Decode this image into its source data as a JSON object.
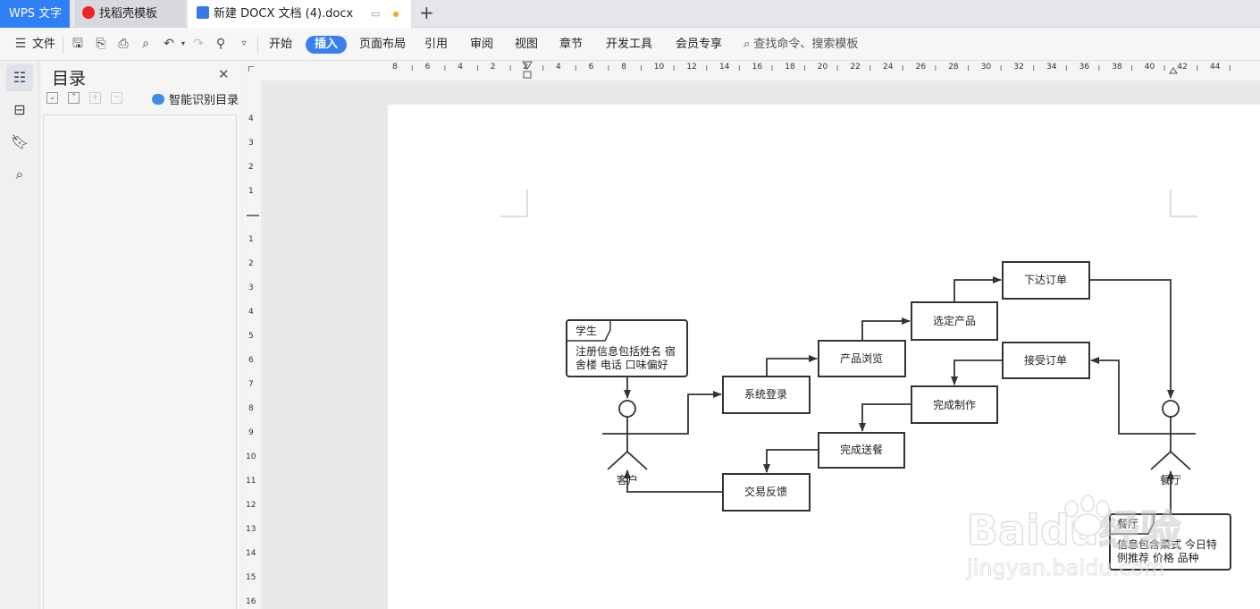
{
  "tabs": {
    "app": "WPS 文字",
    "template": "找稻壳模板",
    "document": "新建 DOCX 文档 (4).docx",
    "add": "+"
  },
  "toolbar": {
    "file": "文件",
    "menus": [
      "开始",
      "插入",
      "页面布局",
      "引用",
      "审阅",
      "视图",
      "章节",
      "开发工具",
      "会员专享"
    ],
    "active_menu": "插入",
    "search_placeholder": "查找命令、搜索模板"
  },
  "toc": {
    "title": "目录",
    "smart_label": "智能识别目录"
  },
  "ruler": {
    "horizontal": [
      "8",
      "6",
      "4",
      "2",
      "2",
      "4",
      "6",
      "8",
      "10",
      "12",
      "14",
      "16",
      "18",
      "20",
      "22",
      "24",
      "26",
      "28",
      "30",
      "32",
      "34",
      "36",
      "38",
      "40",
      "42",
      "44"
    ],
    "vertical_top": [
      "4",
      "3",
      "2",
      "1"
    ],
    "vertical_bottom": [
      "1",
      "2",
      "3",
      "4",
      "5",
      "6",
      "7",
      "8",
      "9",
      "10",
      "11",
      "12",
      "13",
      "14",
      "15",
      "16"
    ]
  },
  "diagram": {
    "actor_customer": "客户",
    "actor_restaurant": "餐厅",
    "note_student_title": "学生",
    "note_student_body_1": "注册信息包括姓名  宿",
    "note_student_body_2": "舍楼  电话  口味偏好",
    "note_restaurant_title": "餐厅",
    "note_restaurant_body_1": "信息包含菜式  今日特",
    "note_restaurant_body_2": "例推荐  价格  品种",
    "steps": {
      "login": "系统登录",
      "browse": "产品浏览",
      "select": "选定产品",
      "order": "下达订单",
      "accept": "接受订单",
      "make": "完成制作",
      "deliver": "完成送餐",
      "feedback": "交易反馈"
    }
  },
  "watermark": {
    "brand": "Baidu经验",
    "url": "jingyan.baidu.com"
  }
}
